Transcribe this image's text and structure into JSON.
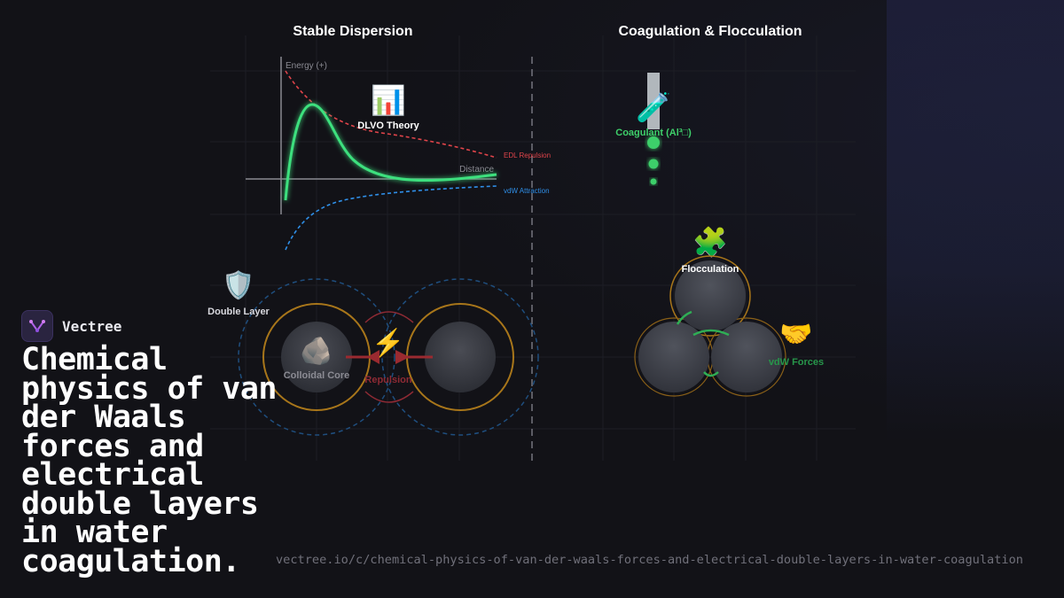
{
  "panels": {
    "left_title": "Stable Dispersion",
    "right_title": "Coagulation & Flocculation"
  },
  "graph": {
    "y_axis_label": "Energy (+)",
    "x_axis_label": "Distance",
    "repulsion_label": "EDL Repulsion",
    "attraction_label": "vdW Attraction",
    "theory_label": "DLVO Theory",
    "theory_icon": "📊"
  },
  "particles": {
    "double_layer_label": "Double Layer",
    "double_layer_icon": "🛡️",
    "core_label": "Colloidal Core",
    "core_icon": "🪨",
    "repulsion_label": "Repulsion",
    "repulsion_icon": "⚡"
  },
  "coagulation": {
    "coagulant_label": "Coagulant (Al³□)",
    "coagulant_icon": "🧪",
    "floc_label": "Flocculation",
    "floc_icon": "🧩",
    "vdw_label": "vdW Forces",
    "vdw_icon": "🤝"
  },
  "colors": {
    "background": "#121217",
    "net_curve": "#3ee07e",
    "repulsion": "#e0444a",
    "attraction": "#2f8fe8",
    "double_layer_ring": "#b8801c",
    "coagulant_green": "#3ecf6a"
  },
  "brand": {
    "name": "Vectree"
  },
  "headline": "Chemical physics of van der Waals forces and electrical double layers in water coagulation.",
  "url": "vectree.io/c/chemical-physics-of-van-der-waals-forces-and-electrical-double-layers-in-water-coagulation"
}
